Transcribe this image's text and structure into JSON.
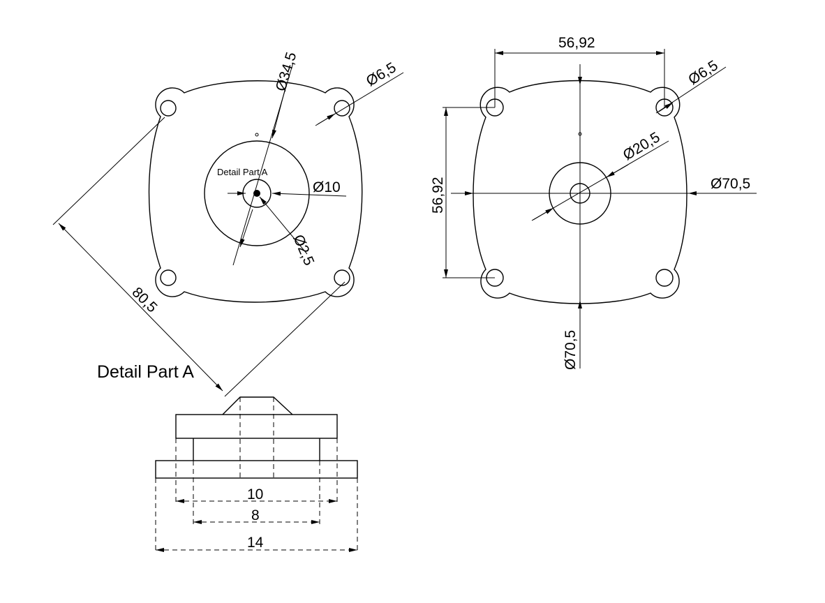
{
  "front_view": {
    "dim_overall": "80,5",
    "dim_outer_circle": "Ø34,5",
    "dim_hole": "Ø6,5",
    "dim_center_bore": "Ø10",
    "dim_pin": "Ø2,5",
    "detail_callout": "Detail Part A"
  },
  "side_view": {
    "dim_hole_spacing_h": "56,92",
    "dim_hole_spacing_v": "56,92",
    "dim_hole": "Ø6,5",
    "dim_center": "Ø20,5",
    "dim_outer_h": "Ø70,5",
    "dim_outer_v": "Ø70,5"
  },
  "detail": {
    "title": "Detail Part A",
    "dim_10": "10",
    "dim_8": "8",
    "dim_14": "14"
  }
}
